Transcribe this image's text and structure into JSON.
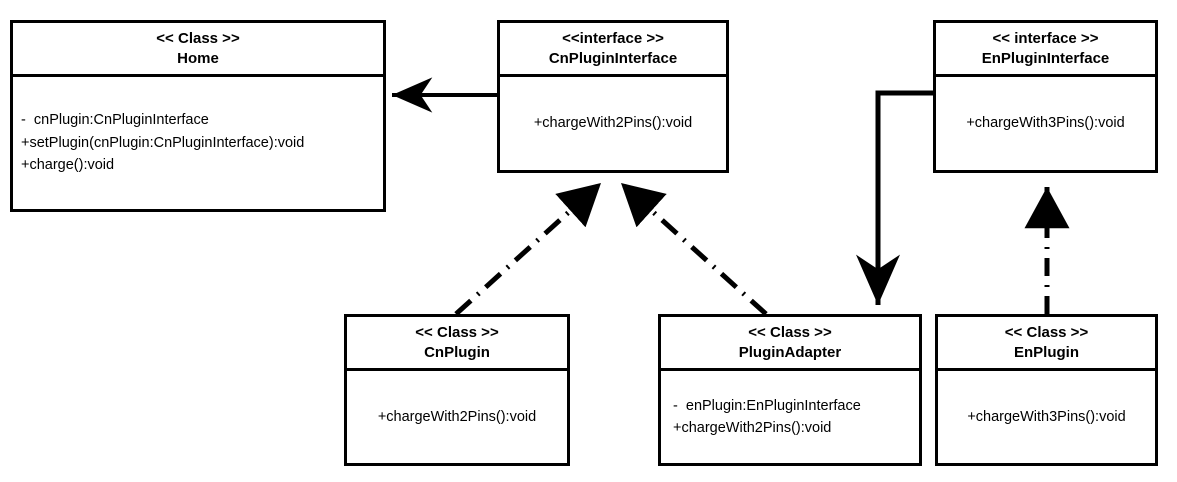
{
  "diagram": {
    "title": "Adapter pattern UML class diagram",
    "stroke_color": "#000000",
    "background_color": "#ffffff"
  },
  "classes": {
    "home": {
      "stereotype": "<< Class >>",
      "name": "Home",
      "members": [
        "-  cnPlugin:CnPluginInterface",
        "+setPlugin(cnPlugin:CnPluginInterface):void",
        "+charge():void"
      ]
    },
    "cn_plugin_interface": {
      "stereotype": "<<interface >>",
      "name": "CnPluginInterface",
      "members": [
        "+chargeWith2Pins():void"
      ]
    },
    "en_plugin_interface": {
      "stereotype": "<< interface >>",
      "name": "EnPluginInterface",
      "members": [
        "+chargeWith3Pins():void"
      ]
    },
    "cn_plugin": {
      "stereotype": "<< Class >>",
      "name": "CnPlugin",
      "members": [
        "+chargeWith2Pins():void"
      ]
    },
    "plugin_adapter": {
      "stereotype": "<< Class >>",
      "name": "PluginAdapter",
      "members": [
        "-  enPlugin:EnPluginInterface",
        "+chargeWith2Pins():void"
      ]
    },
    "en_plugin": {
      "stereotype": "<< Class >>",
      "name": "EnPlugin",
      "members": [
        "+chargeWith3Pins():void"
      ]
    }
  },
  "relationships": [
    {
      "id": "cnplugininterface-to-home",
      "kind": "association",
      "line_style": "solid",
      "arrow": "filled-open",
      "from": "CnPluginInterface",
      "to": "Home"
    },
    {
      "id": "cnplugin-realizes-cnplugininterface",
      "kind": "realization",
      "line_style": "dash-dot",
      "arrow": "filled-triangle",
      "from": "CnPlugin",
      "to": "CnPluginInterface"
    },
    {
      "id": "pluginadapter-realizes-cnplugininterface",
      "kind": "realization",
      "line_style": "dash-dot",
      "arrow": "filled-triangle",
      "from": "PluginAdapter",
      "to": "CnPluginInterface"
    },
    {
      "id": "enplugininterface-to-pluginadapter",
      "kind": "association",
      "line_style": "solid",
      "arrow": "filled-open",
      "from": "EnPluginInterface",
      "to": "PluginAdapter"
    },
    {
      "id": "enplugin-realizes-enplugininterface",
      "kind": "realization",
      "line_style": "dash-dot",
      "arrow": "filled-triangle",
      "from": "EnPlugin",
      "to": "EnPluginInterface"
    }
  ]
}
